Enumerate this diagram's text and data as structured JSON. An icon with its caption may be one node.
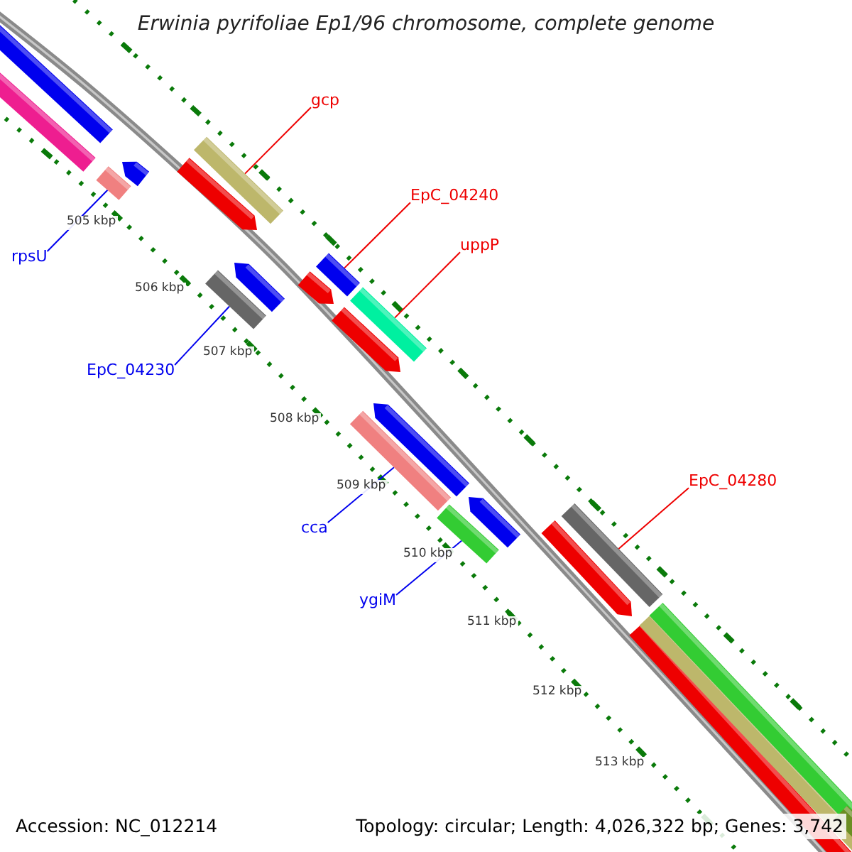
{
  "diagram": {
    "title": "Erwinia pyrifoliae Ep1/96 chromosome, complete genome",
    "nodes": [
      {
        "text": [
          "gcp"
        ]
      },
      {
        "text": [
          "EpC_04240"
        ]
      },
      {
        "text": [
          "uppP"
        ]
      },
      {
        "text": [
          "rpsU"
        ]
      },
      {
        "text": [
          "EpC_04230"
        ]
      },
      {
        "text": [
          "EpC_04280"
        ]
      },
      {
        "text": [
          "cca"
        ]
      },
      {
        "text": [
          "ygiM"
        ]
      },
      {
        "text": [],
        "shape": "bar"
      },
      {
        "text": [],
        "shape": "bar"
      },
      {
        "text": [],
        "shape": "bar"
      },
      {
        "text": [],
        "shape": "bar"
      },
      {
        "text": [],
        "shape": "bar"
      },
      {
        "text": [],
        "shape": "bar"
      },
      {
        "text": [],
        "shape": "bar"
      },
      {
        "text": [],
        "shape": "bar"
      }
    ],
    "edges": [
      {
        "from": 0,
        "to": 8,
        "arrow": "none"
      },
      {
        "from": 1,
        "to": 10,
        "arrow": "none"
      },
      {
        "from": 2,
        "to": 11,
        "arrow": "none"
      },
      {
        "from": 3,
        "to": 9,
        "arrow": "none",
        "color": "#0000ee"
      },
      {
        "from": 4,
        "to": 12,
        "arrow": "none",
        "color": "#0000ee"
      },
      {
        "from": 5,
        "to": 15,
        "arrow": "none"
      },
      {
        "from": 6,
        "to": 13,
        "arrow": "none",
        "color": "#0000ee"
      },
      {
        "from": 7,
        "to": 14,
        "arrow": "none",
        "color": "#0000ee"
      }
    ],
    "labels": [
      "505 kbp",
      "506 kbp",
      "507 kbp",
      "508 kbp",
      "509 kbp",
      "510 kbp",
      "511 kbp",
      "512 kbp",
      "513 kbp",
      "Accession: NC_012214",
      "Topology: circular; Length: 4,026,322 bp; Genes: 3,742"
    ]
  }
}
